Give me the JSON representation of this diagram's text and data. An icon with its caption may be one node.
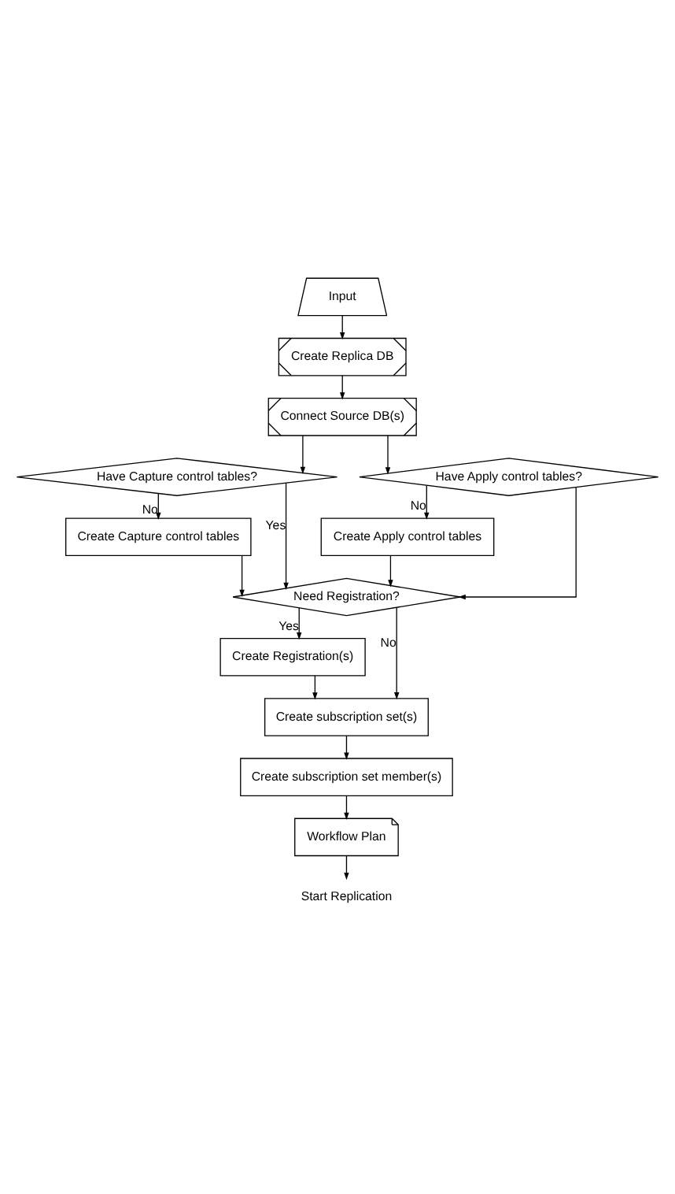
{
  "diagram": {
    "nodes": [
      {
        "text": [
          "Input"
        ]
      },
      {
        "text": [
          "Create Replica DB"
        ]
      },
      {
        "text": [
          "Connect Source DB(s)"
        ]
      },
      {
        "text": [
          "Have Capture control tables?"
        ]
      },
      {
        "text": [
          "Have Apply control tables?"
        ]
      },
      {
        "text": [
          "Create Capture control tables"
        ]
      },
      {
        "text": [
          "Create Apply control tables"
        ]
      },
      {
        "text": [
          "Need Registration?"
        ]
      },
      {
        "text": [
          "Create Registration(s)"
        ]
      },
      {
        "text": [
          "Create subscription set(s)"
        ]
      },
      {
        "text": [
          "Create subscription set member(s)"
        ]
      },
      {
        "text": [
          "Workflow Plan"
        ]
      },
      {
        "text": [
          "Start Replication"
        ]
      }
    ],
    "edges": [
      {
        "from": 0,
        "to": 1,
        "arrow": "to"
      },
      {
        "from": 1,
        "to": 2,
        "arrow": "to"
      },
      {
        "from": 2,
        "to": 3,
        "arrow": "to"
      },
      {
        "from": 2,
        "to": 4,
        "arrow": "to"
      },
      {
        "from": 3,
        "to": 5,
        "label": "No",
        "arrow": "to"
      },
      {
        "from": 4,
        "to": 6,
        "label": "No",
        "arrow": "to"
      },
      {
        "from": 3,
        "to": 7,
        "label": "Yes",
        "arrow": "to"
      },
      {
        "from": 4,
        "to": 7,
        "arrow": "to"
      },
      {
        "from": 5,
        "to": 7,
        "arrow": "to"
      },
      {
        "from": 6,
        "to": 7,
        "arrow": "to"
      },
      {
        "from": 7,
        "to": 8,
        "label": "Yes",
        "arrow": "to"
      },
      {
        "from": 7,
        "to": 9,
        "label": "No",
        "arrow": "to"
      },
      {
        "from": 8,
        "to": 9,
        "arrow": "to"
      },
      {
        "from": 9,
        "to": 10,
        "arrow": "to"
      },
      {
        "from": 10,
        "to": 11,
        "arrow": "to"
      },
      {
        "from": 11,
        "to": 12,
        "arrow": "to"
      }
    ]
  }
}
